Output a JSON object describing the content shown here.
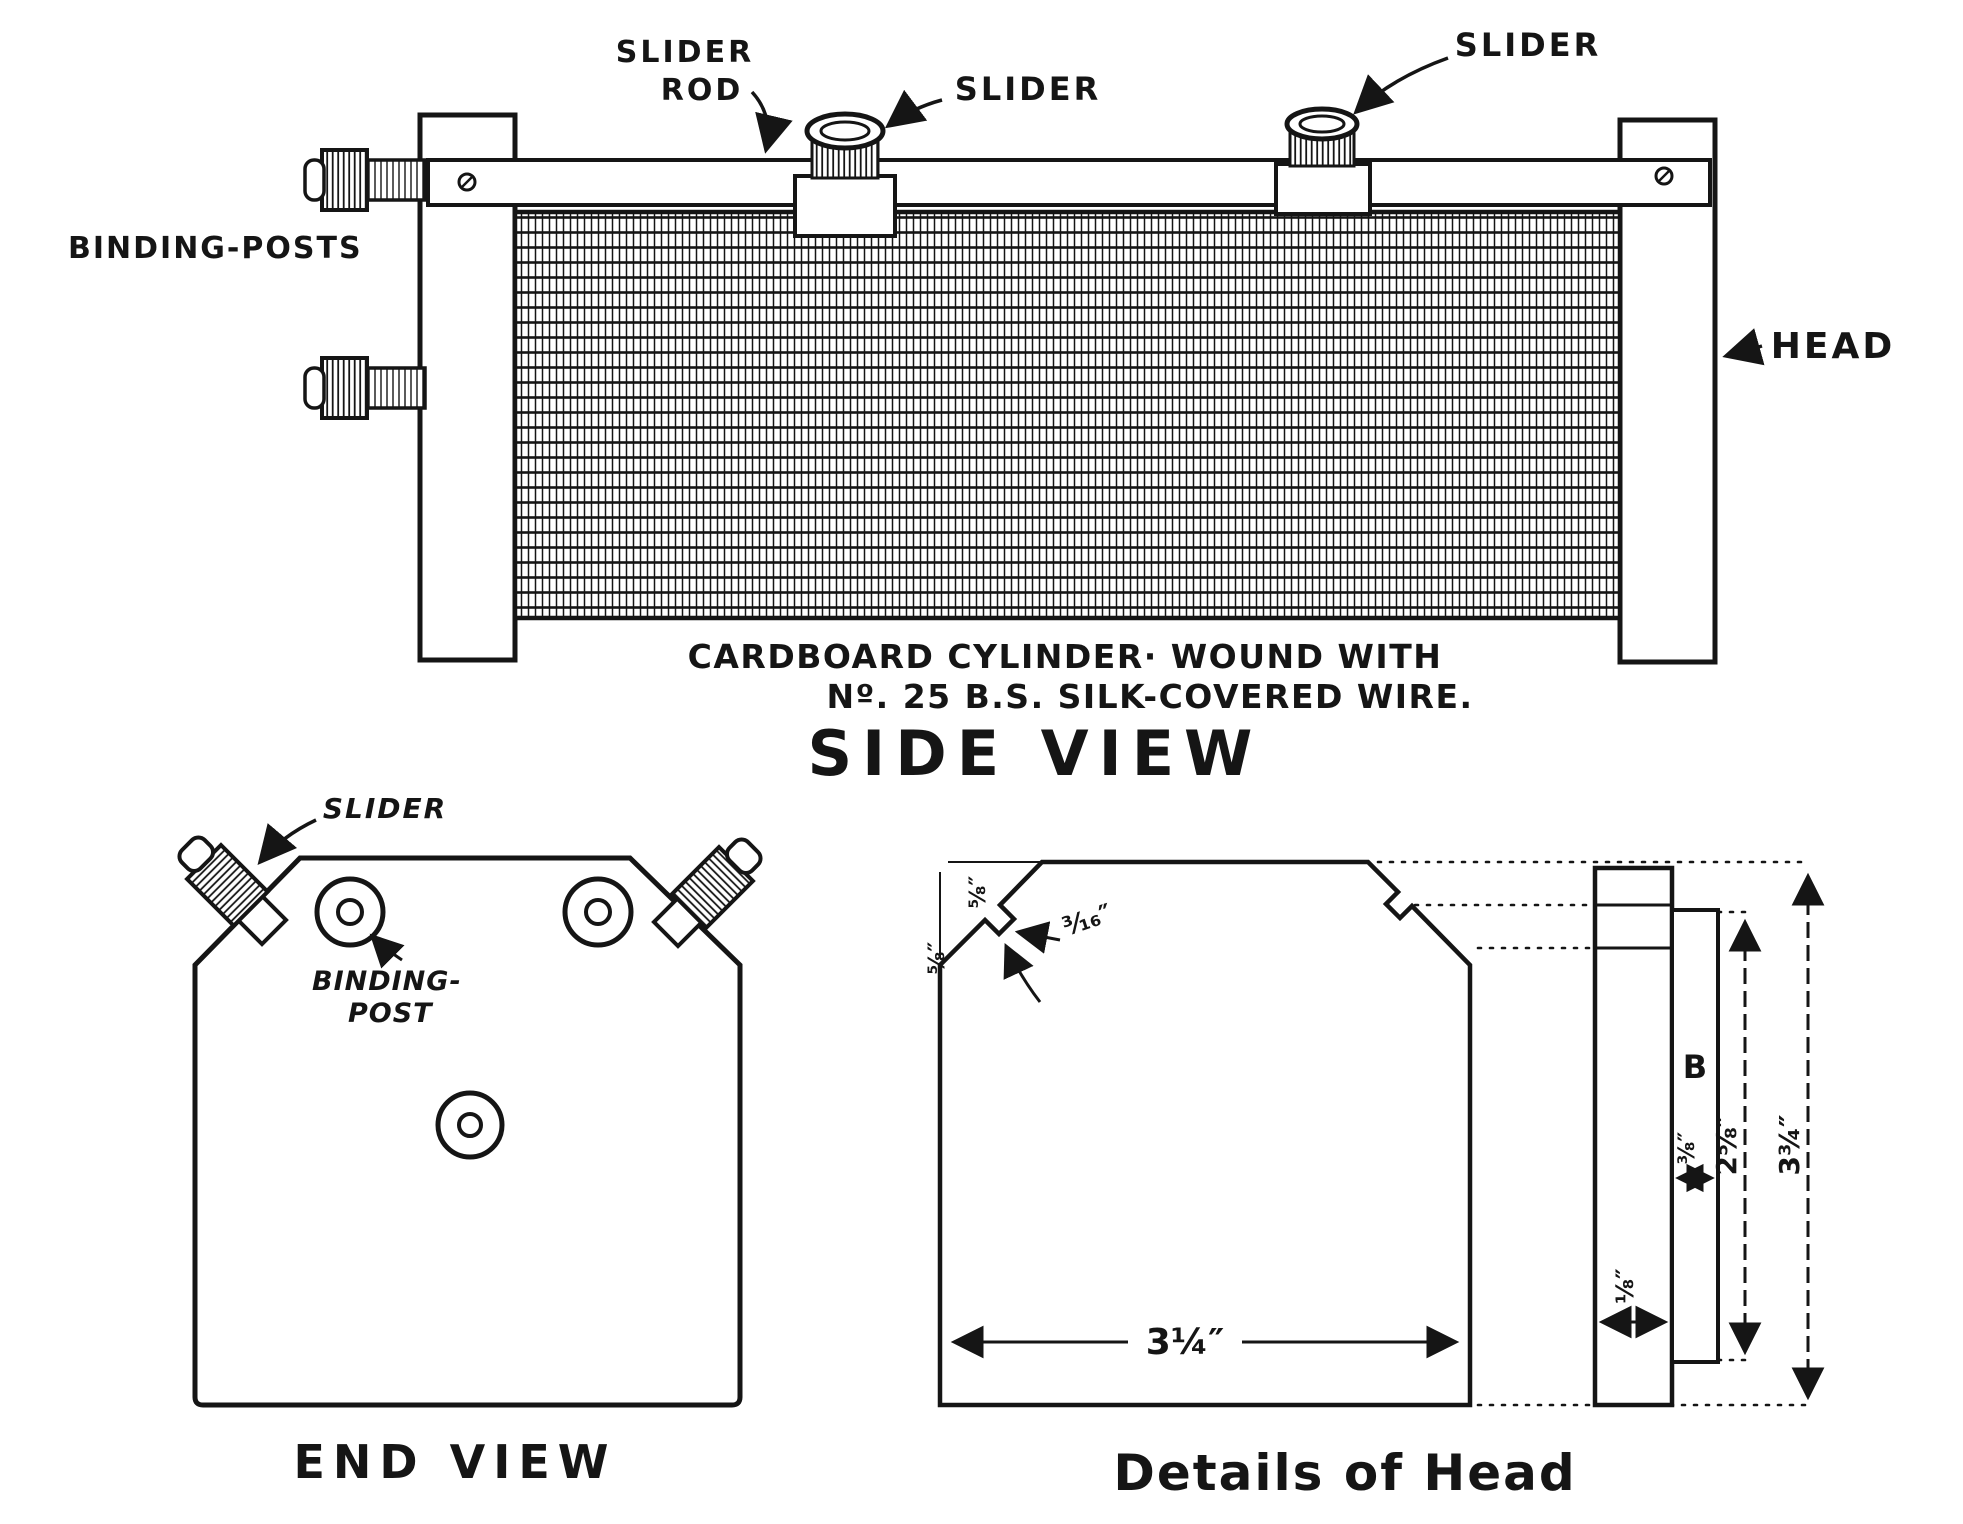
{
  "colors": {
    "ink": "#151515",
    "paper": "#ffffff"
  },
  "side_view": {
    "label_slider_rod_line1": "SLIDER",
    "label_slider_rod_line2": "ROD",
    "label_slider_left": "SLIDER",
    "label_slider_right": "SLIDER",
    "label_binding_posts": "BINDING-POSTS",
    "label_head": "HEAD",
    "caption_line1": "CARDBOARD CYLINDER· WOUND WITH",
    "caption_line2": "Nº. 25 B.S. SILK-COVERED WIRE.",
    "title": "SIDE VIEW"
  },
  "end_view": {
    "label_slider": "SLIDER",
    "label_binding_post_line1": "BINDING-",
    "label_binding_post_line2": "POST",
    "title": "END VIEW"
  },
  "head_details": {
    "dim_chamfer_horizontal": "⅝″",
    "dim_chamfer_vertical": "⅝″",
    "dim_notch": "³⁄₁₆″",
    "dim_width": "3¼″",
    "dim_head_thickness": "⅛″",
    "dim_strip_width": "⅜″",
    "dim_strip_height": "2⅝″",
    "dim_total_height": "3¾″",
    "label_b": "B",
    "title": "Details of Head"
  }
}
